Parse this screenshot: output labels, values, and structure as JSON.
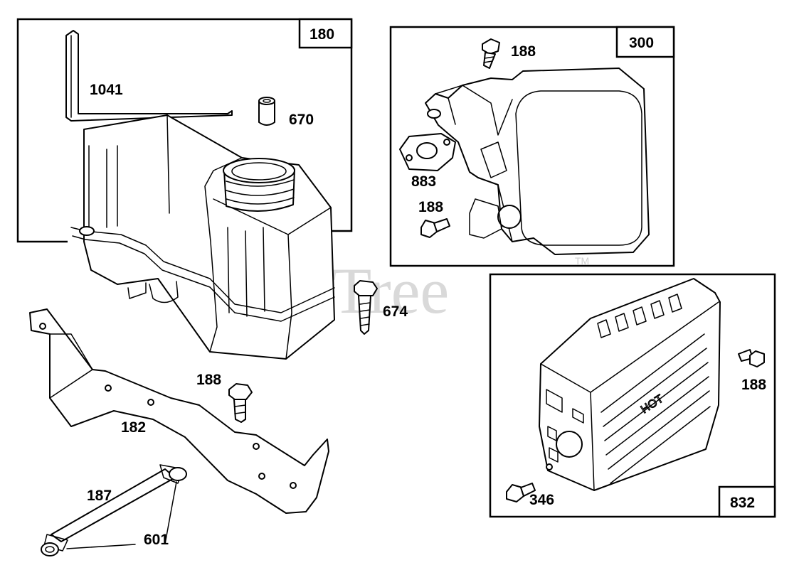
{
  "watermark": {
    "text": "PartsTree",
    "trademark": "TM"
  },
  "group_boxes": [
    {
      "id": "180"
    },
    {
      "id": "300"
    },
    {
      "id": "832"
    }
  ],
  "callouts": {
    "c1041": "1041",
    "c670": "670",
    "c674": "674",
    "c188a": "188",
    "c182": "182",
    "c187": "187",
    "c601": "601",
    "c188b": "188",
    "c883": "883",
    "c188c": "188",
    "c188d": "188",
    "c346": "346"
  },
  "shield_marking": "HOT"
}
